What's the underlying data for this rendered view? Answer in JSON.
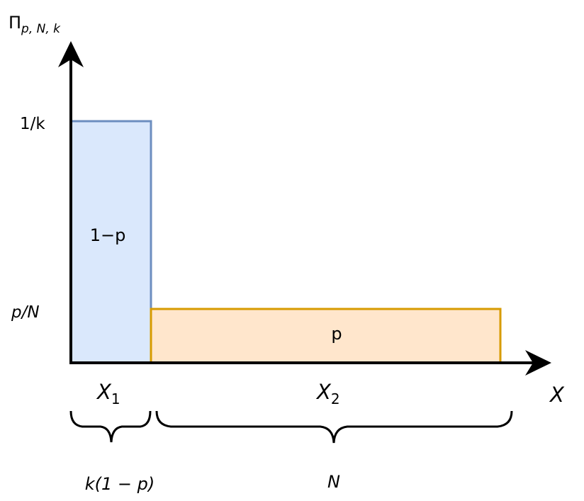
{
  "axes": {
    "y_label_main": "Π",
    "y_label_sub": "p, N, k",
    "x_label": "X",
    "y_tick_high": "1/k",
    "y_tick_low": "p/N"
  },
  "regions": [
    {
      "id": "region-x1",
      "text": "1−p",
      "fill": "#dae8fc",
      "stroke": "#6c8ebf"
    },
    {
      "id": "region-x2",
      "text": "p",
      "fill": "#ffe6cc",
      "stroke": "#d79b00"
    }
  ],
  "x_segments": [
    {
      "base": "X",
      "sub": "1",
      "width_label": "k(1 − p)"
    },
    {
      "base": "X",
      "sub": "2",
      "width_label": "N"
    }
  ],
  "colors": {
    "axis": "#000000",
    "x1_fill": "#dae8fc",
    "x1_stroke": "#6c8ebf",
    "x2_fill": "#ffe6cc",
    "x2_stroke": "#d79b00"
  }
}
